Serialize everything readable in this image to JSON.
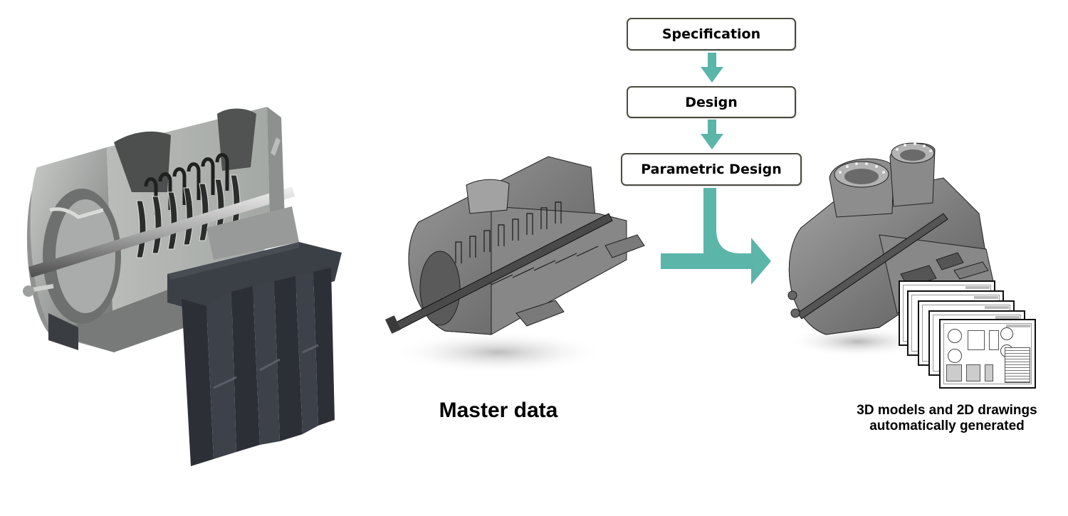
{
  "flow": {
    "steps": [
      {
        "label": "Specification"
      },
      {
        "label": "Design"
      },
      {
        "label": "Parametric Design"
      }
    ],
    "arrow_color": "#5bb5a9",
    "box_border_color": "#4a4a40"
  },
  "figures": {
    "left_model": {
      "icon": "compressor-render-colored"
    },
    "master_model": {
      "icon": "compressor-render-grayscale"
    },
    "output_model": {
      "icon": "compressor-render-grayscale-variant"
    },
    "drawings": {
      "icon": "drawing-sheets-stack",
      "sheet_count": 5
    }
  },
  "captions": {
    "master_data": "Master data",
    "output_line1": "3D models and 2D drawings",
    "output_line2": "automatically generated"
  }
}
